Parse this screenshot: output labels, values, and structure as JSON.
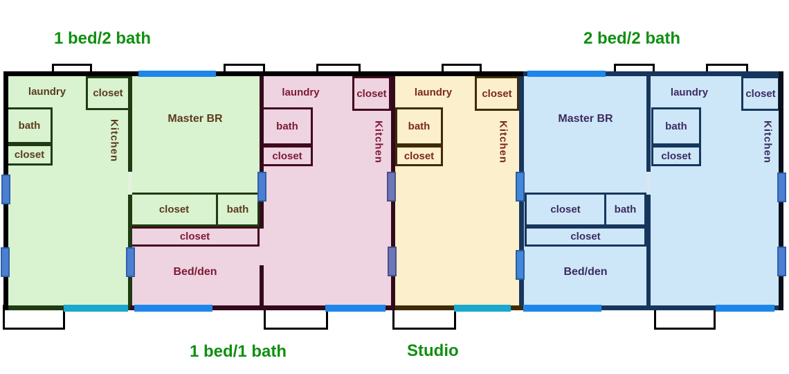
{
  "unit_labels": {
    "one_bed_two_bath": "1 bed/2 bath",
    "two_bed_two_bath": "2 bed/2 bath",
    "one_bed_one_bath": "1 bed/1 bath",
    "studio": "Studio"
  },
  "room_labels": {
    "laundry": "laundry",
    "closet": "closet",
    "bath": "bath",
    "kitchen": "Kitchen",
    "master_bedroom": "Master BR",
    "bed_den": "Bed/den"
  },
  "colors": {
    "unit_1bed2bath_fill": "#d9f2cf",
    "unit_1bed1bath_fill": "#eed3e0",
    "unit_studio_fill": "#fcefcb",
    "unit_2bed2bath_fill": "#cde7f9",
    "unit_1bed2bath_wall": "#1e3b12",
    "unit_1bed1bath_wall": "#40091c",
    "unit_studio_wall": "#3f2a06",
    "unit_2bed2bath_wall": "#17365d",
    "outer_wall": "#000000",
    "window_blue": "#1e86ea",
    "window_teal": "#1ba8cc",
    "door_royal": "#4d7fd0",
    "door_slate": "#6d77b5",
    "door_bright": "#4487d8",
    "unit_label_text": "#0f9010",
    "unit_1bed2bath_text": "#5a3c1e",
    "unit_1bed1bath_text": "#7d1935",
    "unit_studio_text": "#7a2a1a",
    "unit_2bed2bath_text": "#3d2b5e"
  }
}
